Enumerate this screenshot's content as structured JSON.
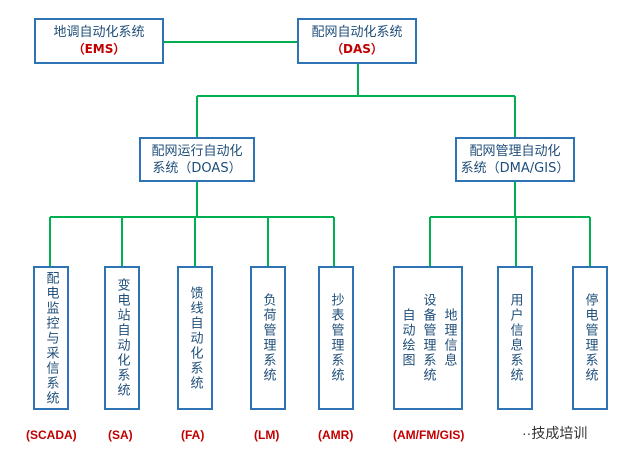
{
  "top": {
    "ems": {
      "name": "地调自动化系统",
      "abbr": "（EMS）"
    },
    "das": {
      "name": "配网自动化系统",
      "abbr": "（DAS）"
    }
  },
  "mid": {
    "doas": {
      "line1": "配网运行自动化",
      "line2": "系统（DOAS）"
    },
    "dma": {
      "line1": "配网管理自动化",
      "line2": "系统（DMA/GIS）"
    }
  },
  "leaves": [
    {
      "text": "配电监控与采信系统",
      "abbr": "(SCADA)"
    },
    {
      "text": "变电站自动化系统",
      "abbr": "(SA)"
    },
    {
      "text": "馈线自动化系统",
      "abbr": "(FA)"
    },
    {
      "text": "负荷管理系统",
      "abbr": "(LM)"
    },
    {
      "text": "抄表管理系统",
      "abbr": "(AMR)"
    },
    {
      "cols": [
        "自动绘图",
        "设备管理系统",
        "地理信息"
      ],
      "abbr": "(AM/FM/GIS)"
    },
    {
      "text": "用户信息系统",
      "abbr": ""
    },
    {
      "text": "停电管理系统",
      "abbr": ""
    }
  ],
  "watermark": "··技成培训"
}
